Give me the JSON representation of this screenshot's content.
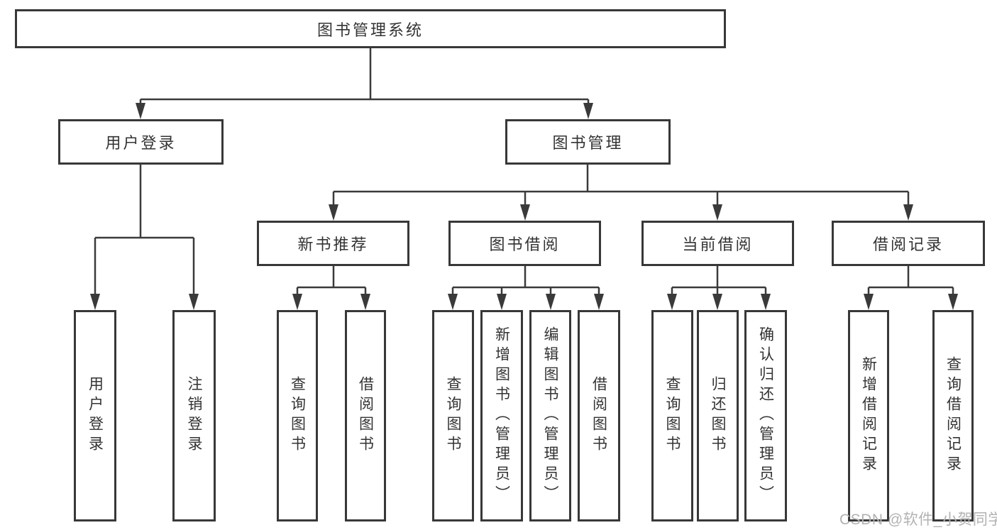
{
  "diagram_title": "图书管理系统",
  "nodes": {
    "root": "图书管理系统",
    "user_login": "用户登录",
    "book_management": "图书管理",
    "new_book_recommend": "新书推荐",
    "book_borrow": "图书借阅",
    "current_borrow": "当前借阅",
    "borrow_record": "借阅记录",
    "leaf_user_login": "用户登录",
    "leaf_logout": "注销登录",
    "nbr_query_book": "查询图书",
    "nbr_borrow_book": "借阅图书",
    "bb_query_book": "查询图书",
    "bb_add_book": "新增图书（管理员）",
    "bb_edit_book": "编辑图书（管理员）",
    "bb_borrow_book": "借阅图书",
    "cb_query_book": "查询图书",
    "cb_return_book": "归还图书",
    "cb_confirm_return": "确认归还（管理员）",
    "br_add_record": "新增借阅记录",
    "br_query_record": "查询借阅记录"
  },
  "watermark": "CSDN @软件_小贺同学",
  "colors": {
    "line": "#3a3a3a",
    "box_border": "#383838",
    "text": "#333333",
    "watermark": "#b2b2b2",
    "background": "#ffffff"
  }
}
